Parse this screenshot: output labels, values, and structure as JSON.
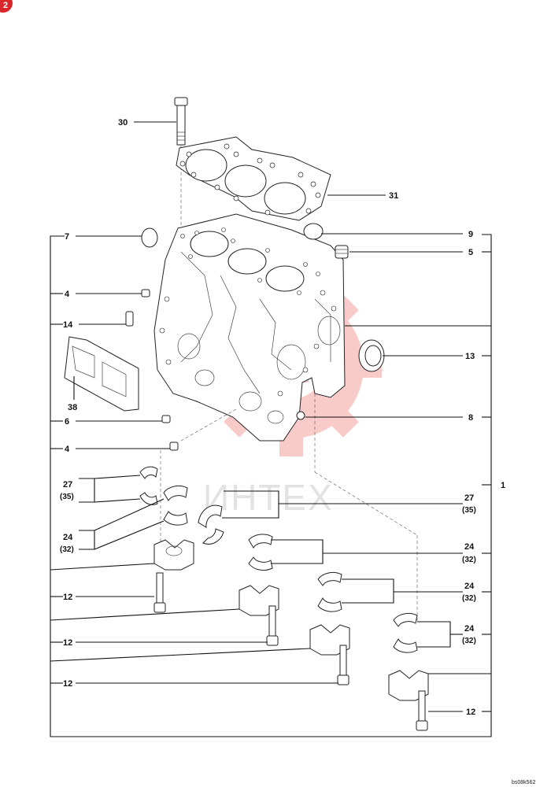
{
  "corner_badge": "2",
  "watermark_text": "ИНТЕХ",
  "drawing_code": "bs08k562",
  "callouts": {
    "c30": "30",
    "c31": "31",
    "c7": "7",
    "c9": "9",
    "c5": "5",
    "c4a": "4",
    "c14": "14",
    "c13": "13",
    "c38": "38",
    "c6": "6",
    "c8": "8",
    "c4b": "4",
    "c1": "1",
    "c27l": "27",
    "c35l": "(35)",
    "c27r": "27",
    "c35r": "(35)",
    "c24l": "24",
    "c32l": "(32)",
    "c24r1": "24",
    "c32r1": "(32)",
    "c24r2": "24",
    "c32r2": "(32)",
    "c24r3": "24",
    "c32r3": "(32)",
    "c12a": "12",
    "c12b": "12",
    "c12c": "12",
    "c12d": "12"
  },
  "colors": {
    "watermark_red": "#e8483c",
    "badge_red": "#d9262b",
    "line": "#111111"
  }
}
